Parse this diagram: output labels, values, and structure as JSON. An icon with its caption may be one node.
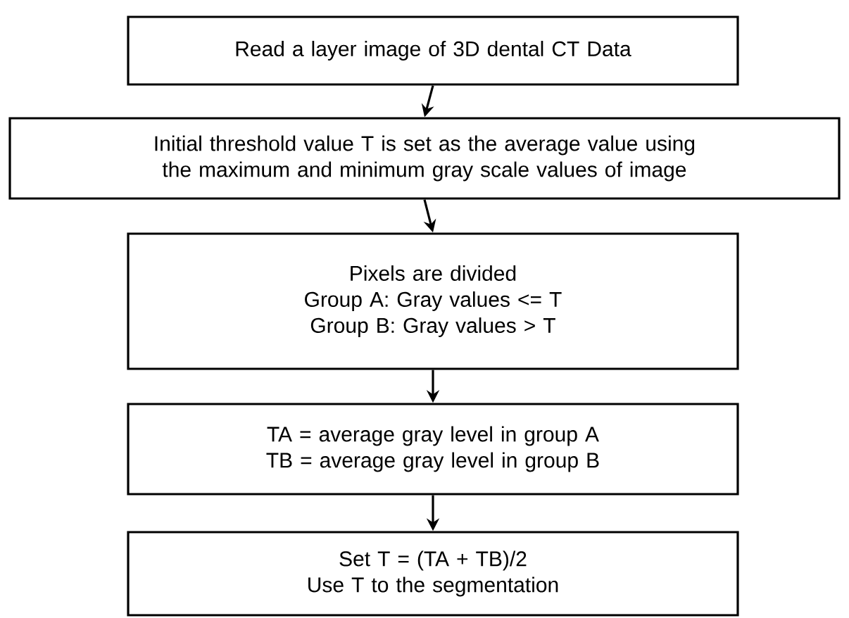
{
  "diagram": {
    "nodes": [
      {
        "text": [
          "Read a layer image of 3D dental CT Data"
        ]
      },
      {
        "text": [
          "Initial threshold value T is set as the average value using the maximum and minimum gray scale values of image"
        ]
      },
      {
        "text": [
          "Pixels are divided",
          "Group A: Gray values <= T",
          "Group B: Gray values > T"
        ]
      },
      {
        "text": [
          "TA = average gray level in group A",
          "TB = average gray level in group B"
        ]
      },
      {
        "text": [
          "Set T = (TA + TB)/2",
          "Use T to the segmentation"
        ]
      }
    ],
    "edges": [
      {
        "from": 0,
        "to": 1,
        "arrow": "to"
      },
      {
        "from": 1,
        "to": 2,
        "arrow": "to"
      },
      {
        "from": 2,
        "to": 3,
        "arrow": "to"
      },
      {
        "from": 3,
        "to": 4,
        "arrow": "to"
      }
    ]
  }
}
